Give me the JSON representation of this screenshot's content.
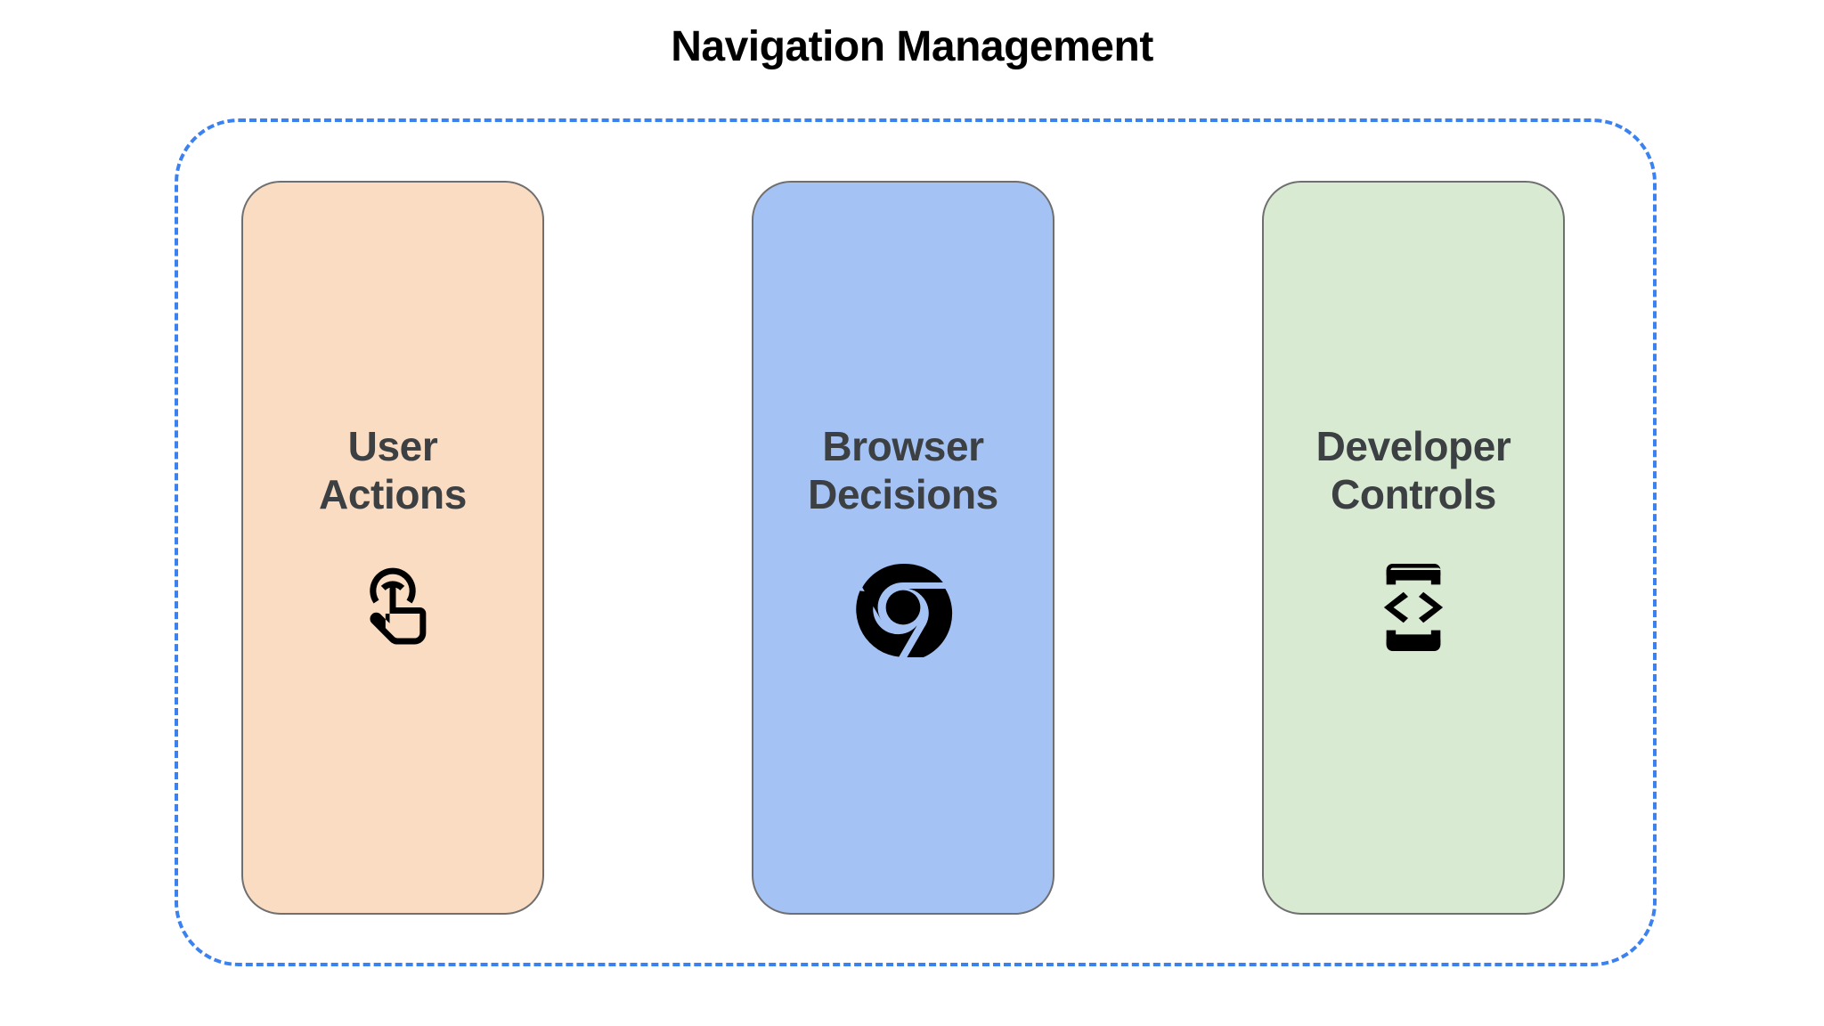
{
  "title": "Navigation Management",
  "container": {
    "border_color": "#3B82F0",
    "border_style": "dashed"
  },
  "cards": [
    {
      "label": "User\nActions",
      "label_line1": "User",
      "label_line2": "Actions",
      "icon": "tap-gesture-icon",
      "background_color": "#FADCC3",
      "text_color": "#3C4043"
    },
    {
      "label": "Browser\nDecisions",
      "label_line1": "Browser",
      "label_line2": "Decisions",
      "icon": "chrome-logo-icon",
      "background_color": "#A4C2F4",
      "text_color": "#3C4043"
    },
    {
      "label": "Developer\nControls",
      "label_line1": "Developer",
      "label_line2": "Controls",
      "icon": "developer-mode-icon",
      "background_color": "#D9EAD3",
      "text_color": "#3C4043"
    }
  ]
}
